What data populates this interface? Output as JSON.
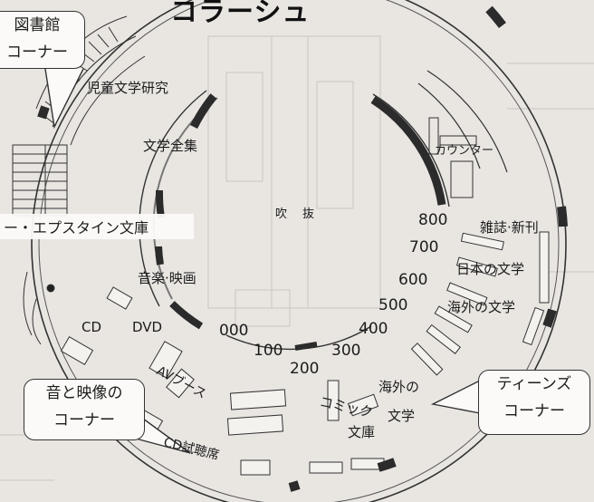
{
  "header": {
    "title": "コラーシュ"
  },
  "callouts": {
    "top_left": {
      "line1": "図書館",
      "line2": "コーナー"
    },
    "bottom_left": {
      "line1": "音と映像の",
      "line2": "コーナー"
    },
    "bottom_right": {
      "line1": "ティーンズ",
      "line2": "コーナー"
    }
  },
  "labels": {
    "childrens_lit": "児童文学研究",
    "lit_collection": "文学全集",
    "epstein_library": "ー・エプスタイン文庫",
    "music_film": "音楽·映画",
    "cd": "CD",
    "dvd": "DVD",
    "av_booth": "AVブース",
    "cd_listening": "CD試聴席",
    "fukinuke_1": "吹",
    "fukinuke_2": "抜",
    "counter": "カウンター",
    "magazines": "雑誌·新刊",
    "japanese_lit": "日本の文学",
    "foreign_lit": "海外の文学",
    "foreign_lit_2": "海外の",
    "bungaku": "文学",
    "comic": "コミック",
    "bunko": "文庫"
  },
  "classification_numbers": {
    "n000": "000",
    "n100": "100",
    "n200": "200",
    "n300": "300",
    "n400": "400",
    "n500": "500",
    "n600": "600",
    "n700": "700",
    "n800": "800"
  }
}
